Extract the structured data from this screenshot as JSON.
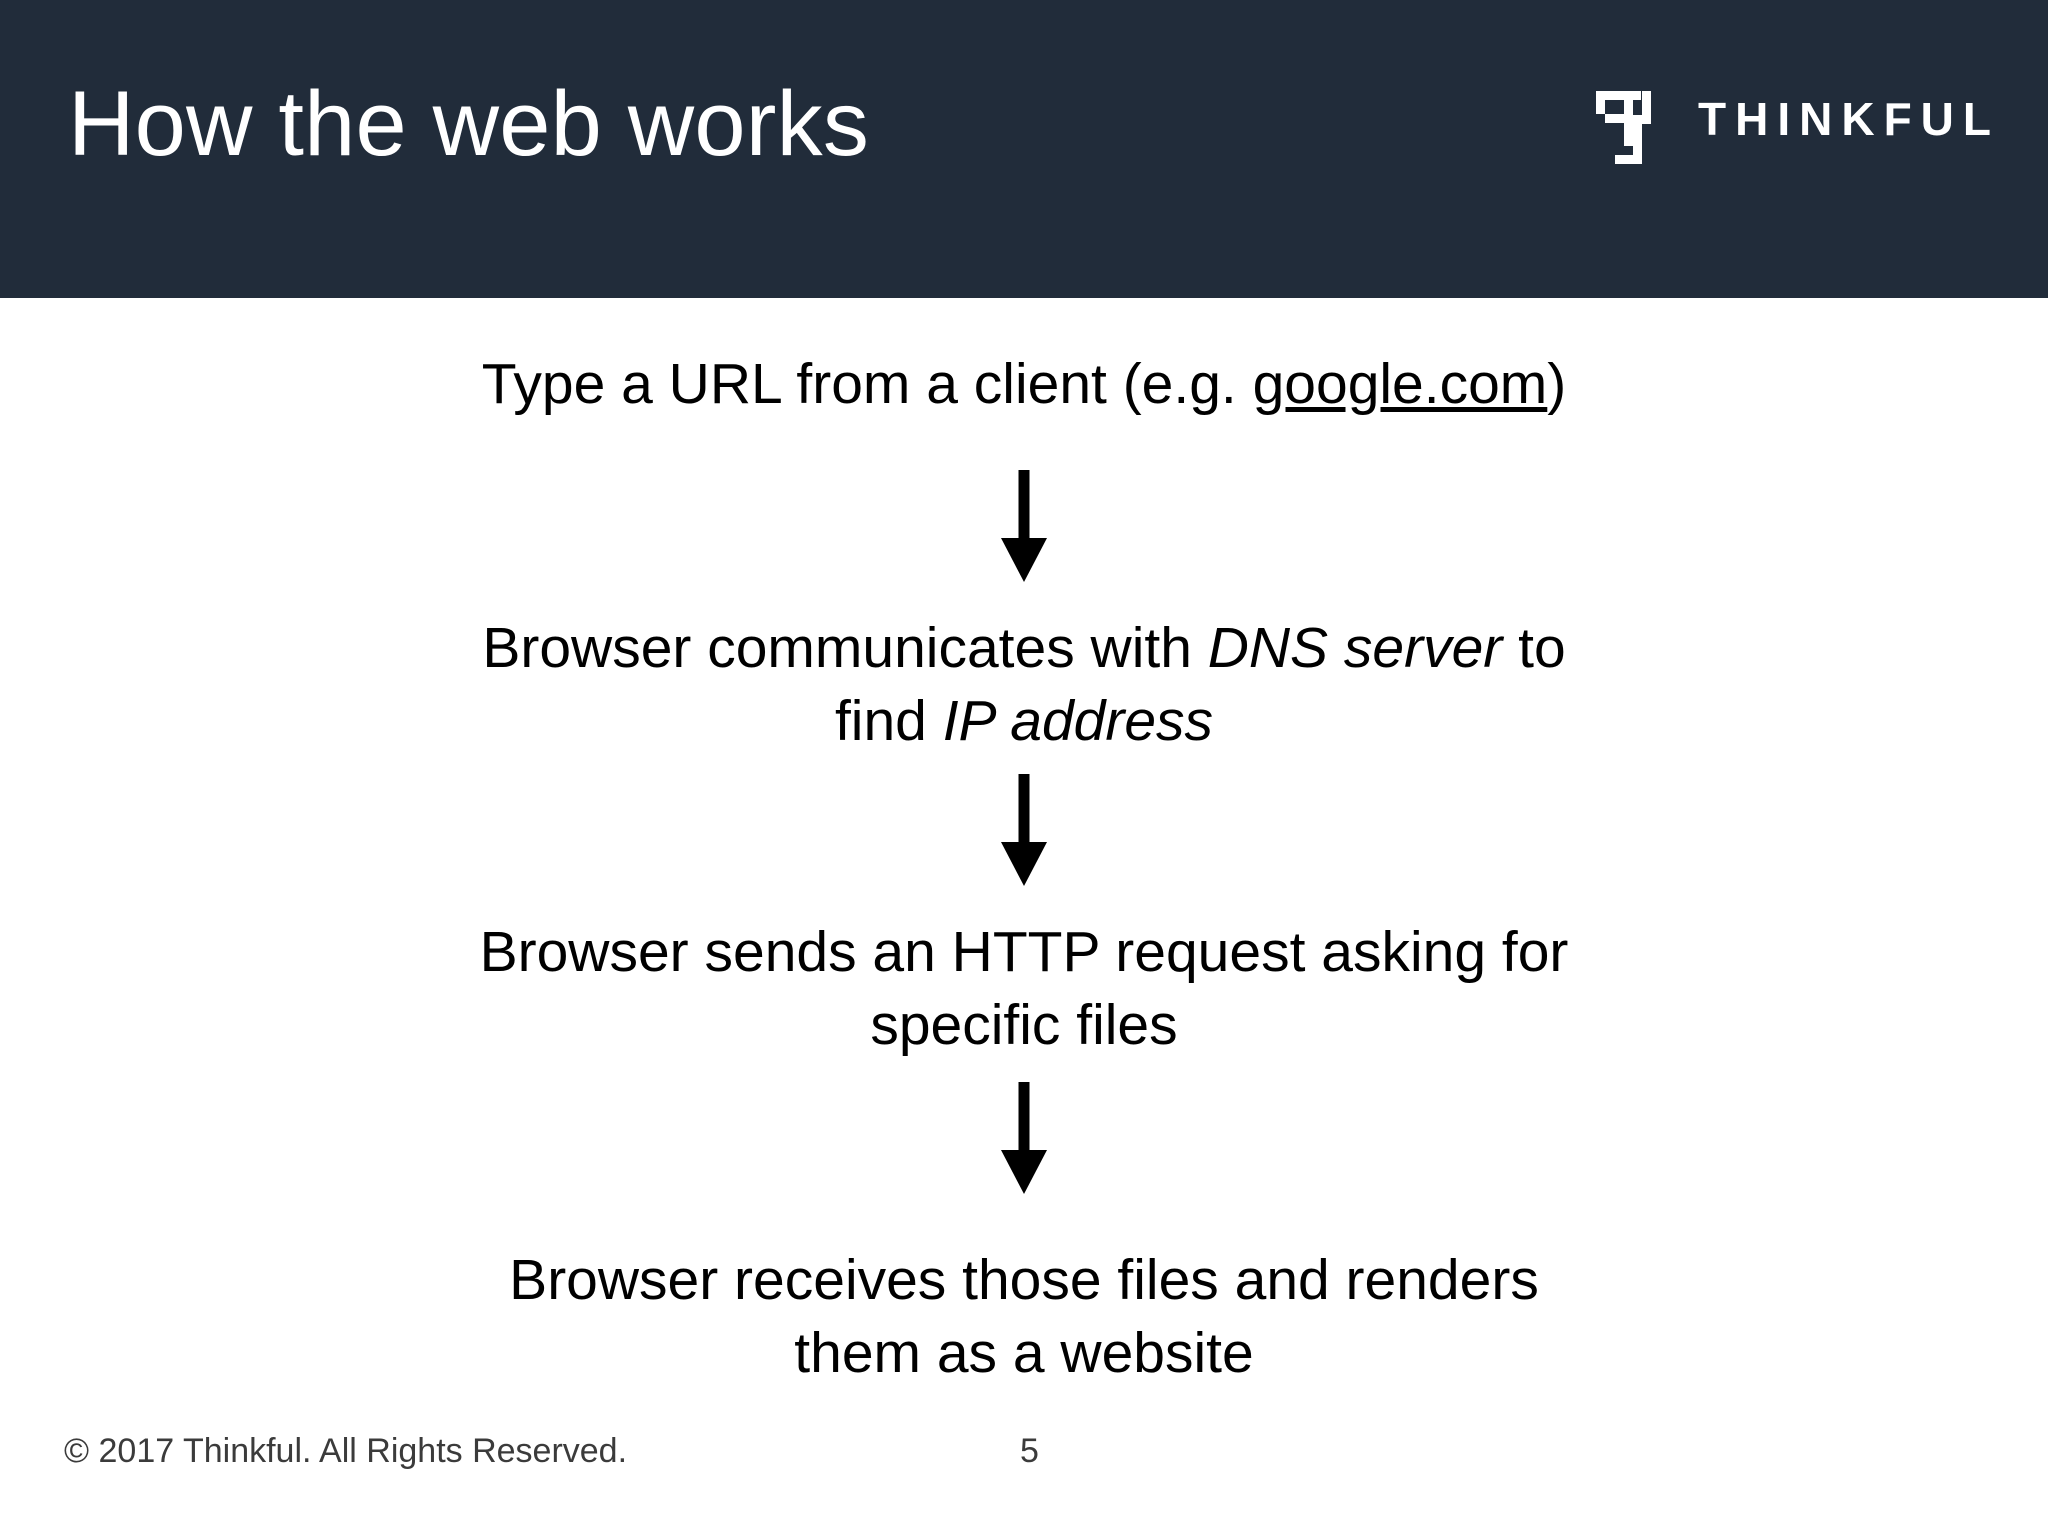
{
  "slide": {
    "title": "How the web works",
    "background_color": "#ffffff",
    "header_color": "#212c3a",
    "text_color": "#000000"
  },
  "brand": {
    "mark_icon": "thinkful-t-mark-icon",
    "wordmark": "THINKFUL",
    "color": "#ffffff"
  },
  "flow": {
    "steps": [
      {
        "id": "step-type-url",
        "prefix": "Type a URL from a client (e.g. ",
        "link": "google.com",
        "suffix": ")",
        "full_text": "Type a URL from a client (e.g. google.com)"
      },
      {
        "id": "step-dns-lookup",
        "part_1": "Browser communicates with ",
        "emphasis_1": "DNS server",
        "part_2": " to find ",
        "emphasis_2": "IP address",
        "full_text": "Browser communicates with DNS server to find IP address"
      },
      {
        "id": "step-http-request",
        "full_text": "Browser sends an HTTP request asking for specific files"
      },
      {
        "id": "step-render",
        "full_text": "Browser receives those files and renders them as a website"
      }
    ],
    "arrow_icon": "down-arrow-icon",
    "arrow_color": "#000000",
    "arrow_count": 3
  },
  "footer": {
    "copyright": "© 2017 Thinkful. All Rights Reserved.",
    "page_number": "5"
  }
}
